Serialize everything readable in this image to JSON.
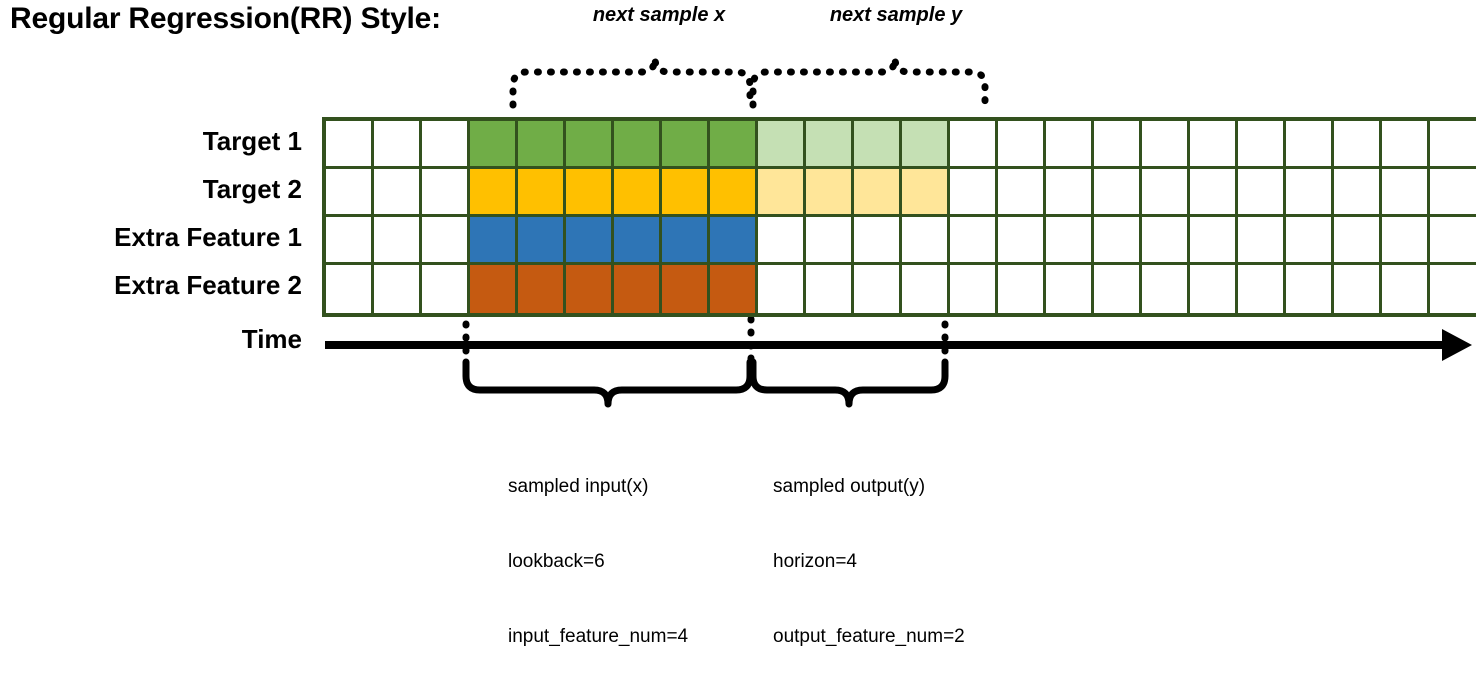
{
  "title": "Regular Regression(RR) Style:",
  "annotations": {
    "next_sample_x": "next sample x",
    "next_sample_y": "next sample y"
  },
  "rows": [
    {
      "label": "Target 1",
      "color_key": "green"
    },
    {
      "label": "Target 2",
      "color_key": "gold"
    },
    {
      "label": "Extra Feature 1",
      "color_key": "blue"
    },
    {
      "label": "Extra Feature 2",
      "color_key": "orange"
    }
  ],
  "grid": {
    "total_columns": 24,
    "blank_prefix_columns": 3,
    "input_columns": 6,
    "output_columns": 4,
    "cells": [
      [
        "white",
        "white",
        "white",
        "green",
        "green",
        "green",
        "green",
        "green",
        "green",
        "lightgreen",
        "lightgreen",
        "lightgreen",
        "lightgreen",
        "white",
        "white",
        "white",
        "white",
        "white",
        "white",
        "white",
        "white",
        "white",
        "white",
        "white"
      ],
      [
        "white",
        "white",
        "white",
        "gold",
        "gold",
        "gold",
        "gold",
        "gold",
        "gold",
        "lightgold",
        "lightgold",
        "lightgold",
        "lightgold",
        "white",
        "white",
        "white",
        "white",
        "white",
        "white",
        "white",
        "white",
        "white",
        "white",
        "white"
      ],
      [
        "white",
        "white",
        "white",
        "blue",
        "blue",
        "blue",
        "blue",
        "blue",
        "blue",
        "white",
        "white",
        "white",
        "white",
        "white",
        "white",
        "white",
        "white",
        "white",
        "white",
        "white",
        "white",
        "white",
        "white",
        "white"
      ],
      [
        "white",
        "white",
        "white",
        "orange",
        "orange",
        "orange",
        "orange",
        "orange",
        "orange",
        "white",
        "white",
        "white",
        "white",
        "white",
        "white",
        "white",
        "white",
        "white",
        "white",
        "white",
        "white",
        "white",
        "white",
        "white"
      ]
    ]
  },
  "colors": {
    "green": "#70AD47",
    "lightgreen": "#C5E0B4",
    "gold": "#FFC000",
    "lightgold": "#FFE699",
    "blue": "#2E75B6",
    "orange": "#C55A11",
    "white": "#FFFFFF",
    "grid_border": "#33511E",
    "line": "#000000"
  },
  "time_axis": {
    "label": "Time"
  },
  "captions": {
    "input": {
      "line1": "sampled input(x)",
      "line2": "lookback=6",
      "line3": "input_feature_num=4"
    },
    "output": {
      "line1": "sampled output(y)",
      "line2": "horizon=4",
      "line3": "output_feature_num=2"
    }
  }
}
